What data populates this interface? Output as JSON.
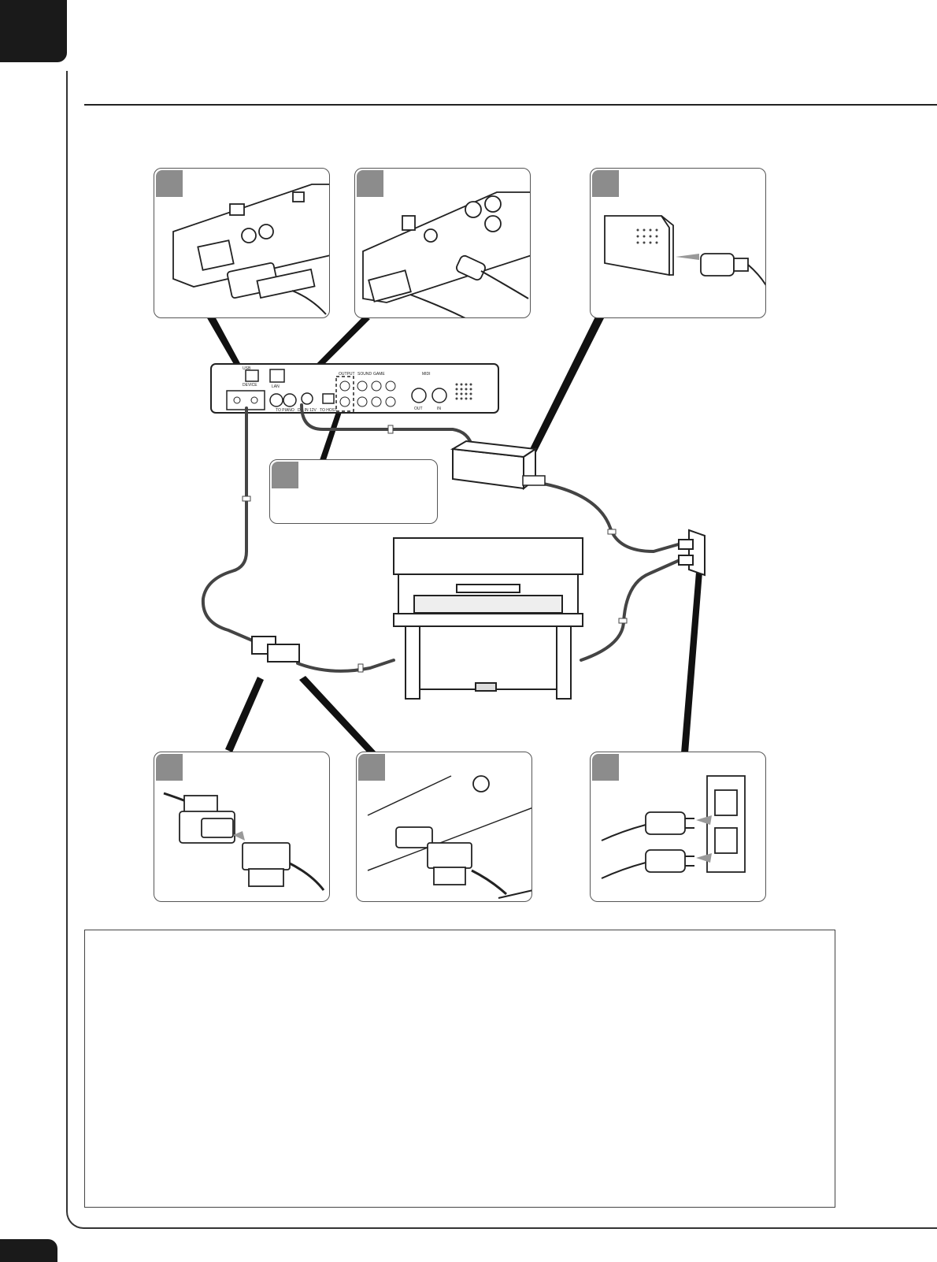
{
  "colors": {
    "tab": "#1a1a1a",
    "badge": "#8c8c8c",
    "line": "#222222",
    "cable": "#444444"
  },
  "panels": [
    {
      "id": "connector-detail-vga-unit",
      "icon": "vga-port-connector-icon"
    },
    {
      "id": "connector-detail-dc-in",
      "icon": "dc-plug-connector-icon"
    },
    {
      "id": "connector-detail-adapter",
      "icon": "ac-adapter-plug-icon"
    },
    {
      "id": "connector-detail-audio-callout",
      "icon": "blank-callout"
    },
    {
      "id": "connector-detail-vga-cable",
      "icon": "vga-cable-joint-icon"
    },
    {
      "id": "connector-detail-piano-port",
      "icon": "piano-vga-port-icon"
    },
    {
      "id": "connector-detail-wall-outlet",
      "icon": "wall-outlet-plugs-icon"
    }
  ],
  "unit": {
    "labels": {
      "usb": "USB",
      "device": "DEVICE",
      "lan": "LAN",
      "to_piano": "TO PIANO",
      "dc_in": "DC IN 12V",
      "to_host": "TO HOST",
      "output": "OUTPUT",
      "sound": "SOUND",
      "game": "GAME",
      "midi": "MIDI",
      "out": "OUT",
      "in": "IN"
    }
  }
}
